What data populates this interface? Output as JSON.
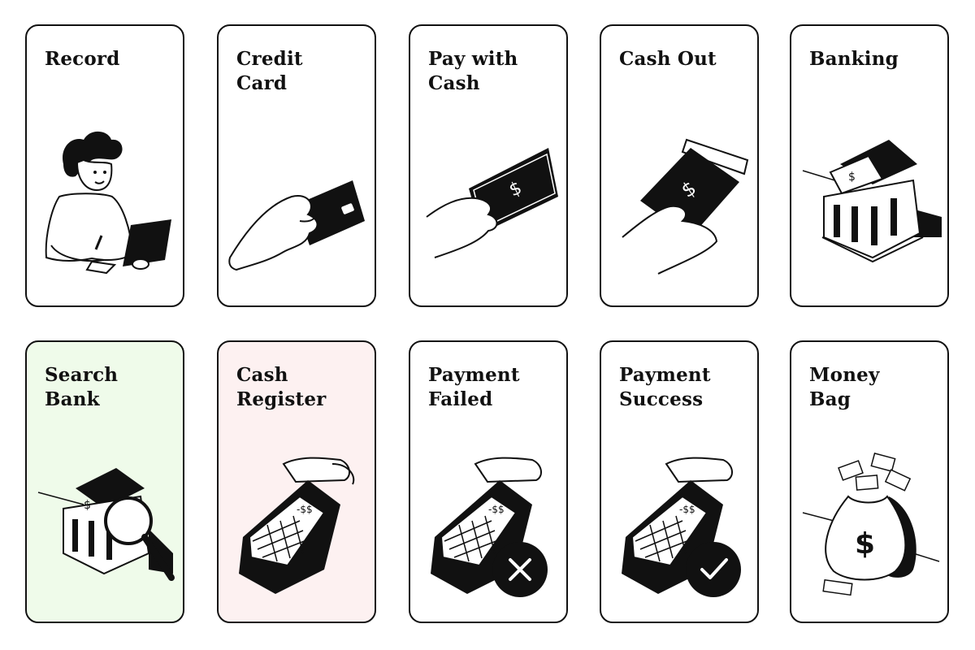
{
  "cards": [
    {
      "title": "Record",
      "icon": "person-record-icon",
      "background": "#ffffff"
    },
    {
      "title": "Credit\nCard",
      "icon": "credit-card-icon",
      "background": "#ffffff"
    },
    {
      "title": "Pay with\nCash",
      "icon": "pay-cash-icon",
      "background": "#ffffff"
    },
    {
      "title": "Cash Out",
      "icon": "cash-out-icon",
      "background": "#ffffff"
    },
    {
      "title": "Banking",
      "icon": "bank-icon",
      "background": "#ffffff"
    },
    {
      "title": "Search\nBank",
      "icon": "search-bank-icon",
      "background": "#effbea"
    },
    {
      "title": "Cash\nRegister",
      "icon": "cash-register-icon",
      "background": "#fdf1f1"
    },
    {
      "title": "Payment\nFailed",
      "icon": "payment-failed-icon",
      "background": "#ffffff"
    },
    {
      "title": "Payment\nSuccess",
      "icon": "payment-success-icon",
      "background": "#ffffff"
    },
    {
      "title": "Money\nBag",
      "icon": "money-bag-icon",
      "background": "#ffffff"
    }
  ],
  "colors": {
    "ink": "#111111",
    "border": "#111111"
  }
}
